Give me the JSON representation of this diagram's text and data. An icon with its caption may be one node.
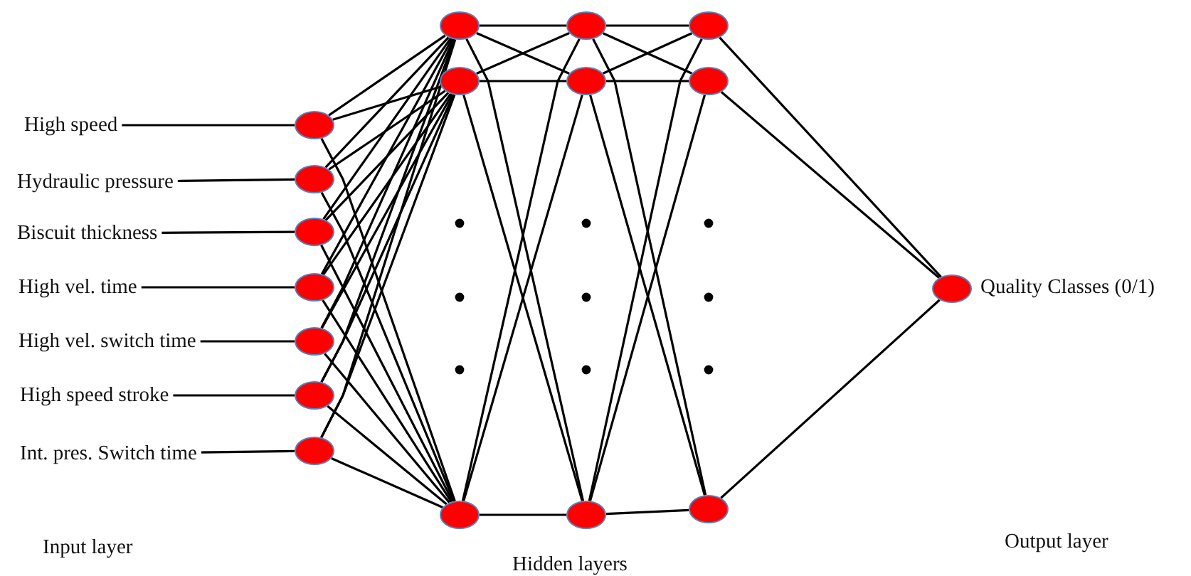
{
  "diagram": {
    "nodes": [
      {
        "text": [
          "High speed"
        ]
      },
      {
        "text": [
          "Hydraulic pressure"
        ]
      },
      {
        "text": [
          "Biscuit thickness"
        ]
      },
      {
        "text": [
          "High vel. time"
        ]
      },
      {
        "text": [
          "High vel. switch time"
        ]
      },
      {
        "text": [
          "High speed stroke"
        ]
      },
      {
        "text": [
          "Int. pres. Switch time"
        ]
      },
      {
        "text": [],
        "shape": "circle"
      },
      {
        "text": [],
        "shape": "circle"
      },
      {
        "text": [],
        "shape": "circle"
      },
      {
        "text": [],
        "shape": "circle"
      },
      {
        "text": [],
        "shape": "circle"
      },
      {
        "text": [],
        "shape": "circle"
      },
      {
        "text": [],
        "shape": "circle"
      },
      {
        "text": [],
        "shape": "circle"
      },
      {
        "text": [],
        "shape": "circle"
      },
      {
        "text": [],
        "shape": "circle"
      },
      {
        "text": [],
        "shape": "circle"
      },
      {
        "text": [],
        "shape": "circle"
      },
      {
        "text": [],
        "shape": "circle"
      },
      {
        "text": [],
        "shape": "circle"
      },
      {
        "text": [],
        "shape": "circle"
      },
      {
        "text": [],
        "shape": "circle"
      },
      {
        "text": [],
        "shape": "circle",
        "beside": [
          "Quality Classes (0/1)"
        ]
      }
    ],
    "edges": [
      {
        "from": 0,
        "to": 7,
        "arrow": "none"
      },
      {
        "from": 1,
        "to": 8,
        "arrow": "none"
      },
      {
        "from": 2,
        "to": 9,
        "arrow": "none"
      },
      {
        "from": 3,
        "to": 10,
        "arrow": "none"
      },
      {
        "from": 4,
        "to": 11,
        "arrow": "none"
      },
      {
        "from": 5,
        "to": 12,
        "arrow": "none"
      },
      {
        "from": 6,
        "to": 13,
        "arrow": "none"
      },
      {
        "from": 7,
        "to": 14,
        "arrow": "none"
      },
      {
        "from": 7,
        "to": 15,
        "arrow": "none"
      },
      {
        "from": 7,
        "to": 16,
        "arrow": "none"
      },
      {
        "from": 8,
        "to": 14,
        "arrow": "none"
      },
      {
        "from": 8,
        "to": 15,
        "arrow": "none"
      },
      {
        "from": 8,
        "to": 16,
        "arrow": "none"
      },
      {
        "from": 9,
        "to": 14,
        "arrow": "none"
      },
      {
        "from": 9,
        "to": 15,
        "arrow": "none"
      },
      {
        "from": 9,
        "to": 16,
        "arrow": "none"
      },
      {
        "from": 10,
        "to": 14,
        "arrow": "none"
      },
      {
        "from": 10,
        "to": 15,
        "arrow": "none"
      },
      {
        "from": 10,
        "to": 16,
        "arrow": "none"
      },
      {
        "from": 11,
        "to": 14,
        "arrow": "none"
      },
      {
        "from": 11,
        "to": 15,
        "arrow": "none"
      },
      {
        "from": 11,
        "to": 16,
        "arrow": "none"
      },
      {
        "from": 12,
        "to": 14,
        "arrow": "none"
      },
      {
        "from": 12,
        "to": 15,
        "arrow": "none"
      },
      {
        "from": 12,
        "to": 16,
        "arrow": "none"
      },
      {
        "from": 13,
        "to": 14,
        "arrow": "none"
      },
      {
        "from": 13,
        "to": 15,
        "arrow": "none"
      },
      {
        "from": 13,
        "to": 16,
        "arrow": "none"
      },
      {
        "from": 14,
        "to": 17,
        "arrow": "none"
      },
      {
        "from": 14,
        "to": 18,
        "arrow": "none"
      },
      {
        "from": 14,
        "to": 19,
        "arrow": "none"
      },
      {
        "from": 15,
        "to": 17,
        "arrow": "none"
      },
      {
        "from": 15,
        "to": 18,
        "arrow": "none"
      },
      {
        "from": 15,
        "to": 19,
        "arrow": "none"
      },
      {
        "from": 16,
        "to": 17,
        "arrow": "none"
      },
      {
        "from": 16,
        "to": 18,
        "arrow": "none"
      },
      {
        "from": 16,
        "to": 19,
        "arrow": "none"
      },
      {
        "from": 17,
        "to": 20,
        "arrow": "none"
      },
      {
        "from": 17,
        "to": 21,
        "arrow": "none"
      },
      {
        "from": 17,
        "to": 22,
        "arrow": "none"
      },
      {
        "from": 18,
        "to": 20,
        "arrow": "none"
      },
      {
        "from": 18,
        "to": 21,
        "arrow": "none"
      },
      {
        "from": 18,
        "to": 22,
        "arrow": "none"
      },
      {
        "from": 19,
        "to": 20,
        "arrow": "none"
      },
      {
        "from": 19,
        "to": 21,
        "arrow": "none"
      },
      {
        "from": 19,
        "to": 22,
        "arrow": "none"
      },
      {
        "from": 20,
        "to": 23,
        "arrow": "none"
      },
      {
        "from": 21,
        "to": 23,
        "arrow": "none"
      },
      {
        "from": 22,
        "to": 23,
        "arrow": "none"
      }
    ],
    "labels": [
      "Input layer",
      "Hidden layers",
      "Output layer"
    ]
  }
}
